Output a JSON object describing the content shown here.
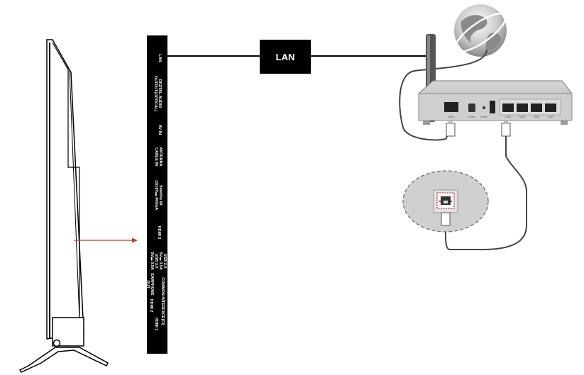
{
  "diagram": {
    "lan_tag": "LAN",
    "tv_panel_ports": [
      "LAN",
      "DIGITAL AUDIO\nOUTPUT(OPTICAL)",
      "AV IN",
      "ANTENNA\nCABLE IN",
      "Satellite IN\n13/18V▬ 400mA",
      "HDMI 3",
      "USB 2.0\n5V▬ 0.5A\nUSB 3.0\n5V▬ 0.9A",
      "EARPHONE\nOUT",
      "COMMON INTERFACE(CI)",
      "HDMI 2",
      "HDMI 1"
    ],
    "router_ports": [
      "ADSL",
      "Power",
      "Reset",
      "LAN1",
      "LAN2",
      "LAN3",
      "LAN4"
    ]
  }
}
